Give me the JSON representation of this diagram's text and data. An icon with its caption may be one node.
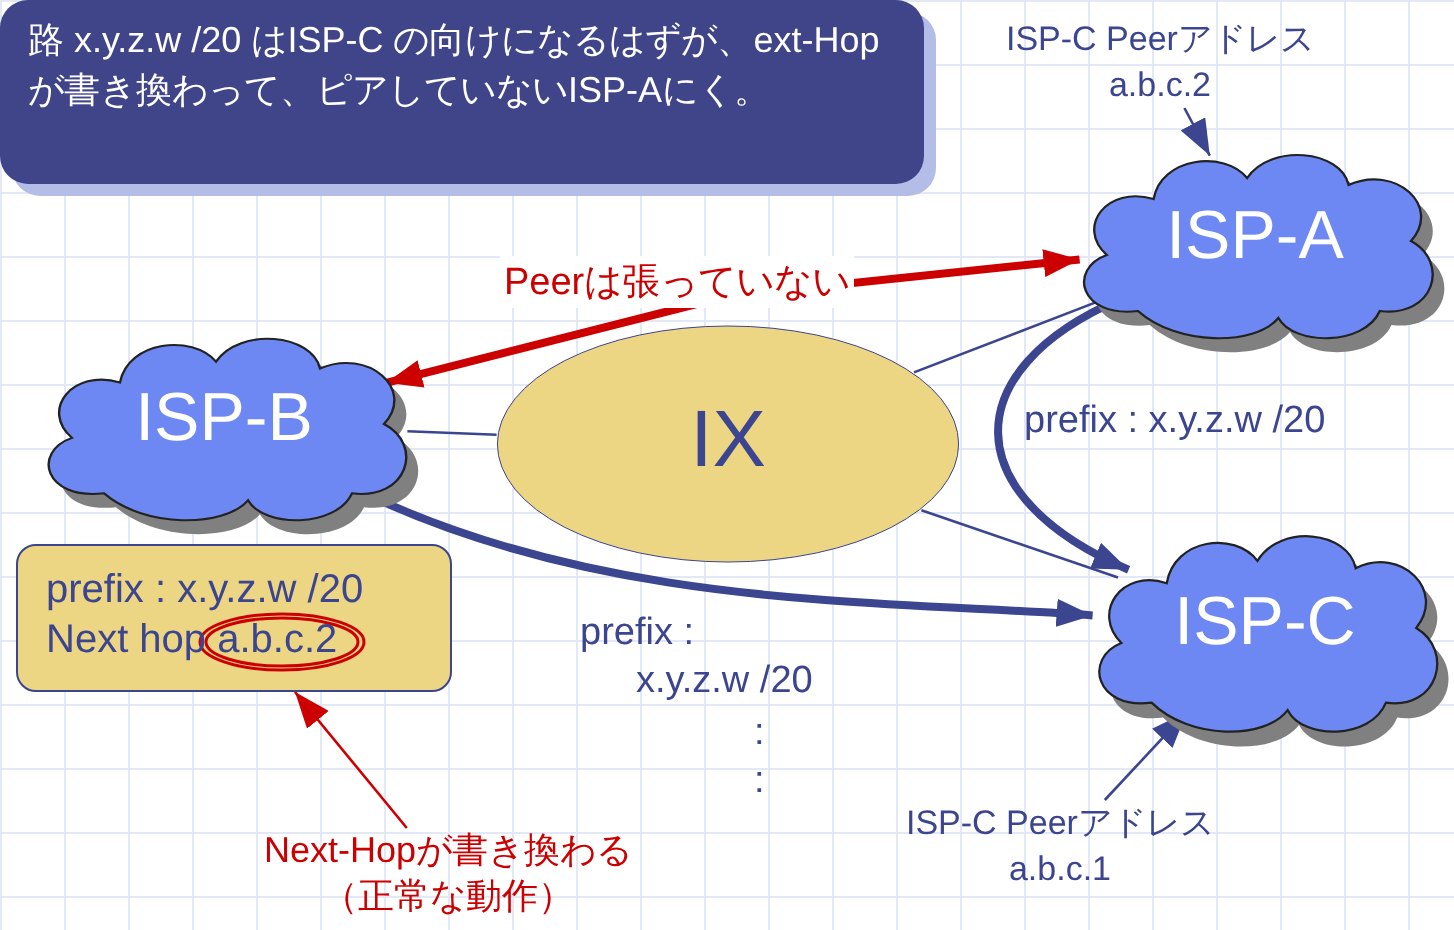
{
  "diagram": {
    "nodes": [
      {
        "text": [
          "路 x.y.z.w /20 はISP-C の向けになるはずが、ext-Hop が書き換わって、ピアしていないISP-Aにく。"
        ]
      },
      {
        "text": [
          "ISP-C Peerアドレス a.b.c.2"
        ]
      },
      {
        "text": [
          "ISP-A"
        ]
      },
      {
        "text": [
          "ISP-B"
        ]
      },
      {
        "text": [
          "IX"
        ]
      },
      {
        "text": [
          "ISP-C"
        ]
      },
      {
        "text": [
          "prefix : x.y.z.w /20",
          "Next hop a.b.c.2"
        ]
      },
      {
        "text": [
          "Next-Hopが書き換わる（正常な動作）"
        ]
      },
      {
        "text": [
          "ISP-C Peerアドレス a.b.c.1"
        ]
      }
    ],
    "edges": [
      {
        "from": 1,
        "to": 2,
        "arrow": "to"
      },
      {
        "from": 3,
        "to": 2,
        "arrow": "both",
        "label": "Peerは張っていない",
        "style": "thick",
        "color": "#cc0000"
      },
      {
        "from": 3,
        "to": 4,
        "arrow": "none"
      },
      {
        "from": 4,
        "to": 2,
        "arrow": "none"
      },
      {
        "from": 4,
        "to": 5,
        "arrow": "none"
      },
      {
        "from": 3,
        "to": 5,
        "arrow": "to",
        "style": "thick"
      },
      {
        "from": 2,
        "to": 5,
        "arrow": "to",
        "style": "thick"
      },
      {
        "from": 7,
        "to": 6,
        "arrow": "to",
        "color": "#cc0000"
      },
      {
        "from": 8,
        "to": 5,
        "arrow": "to"
      }
    ],
    "labels": [
      "prefix : x.y.z.w /20",
      "prefix :",
      "x.y.z.w /20",
      ":",
      ":"
    ]
  }
}
